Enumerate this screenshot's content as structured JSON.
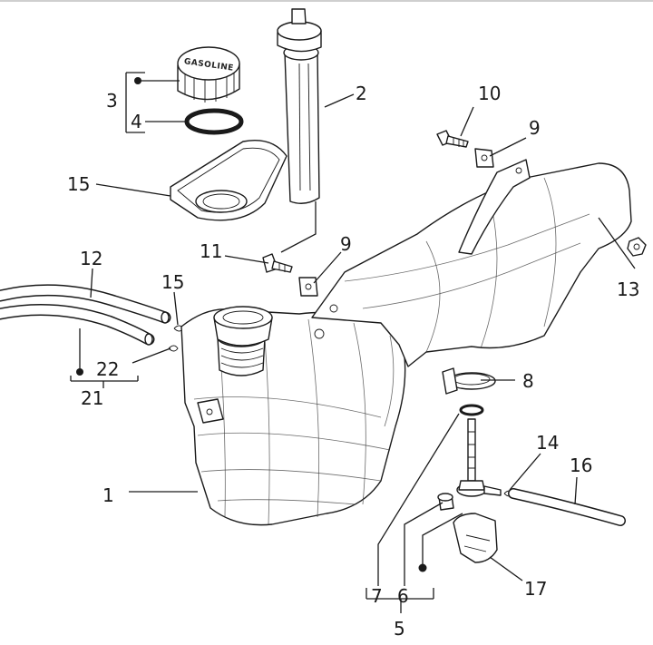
{
  "cap_text": "GASOLINE",
  "labels": {
    "l1": "1",
    "l2": "2",
    "l3": "3",
    "l4": "4",
    "l5": "5",
    "l6": "6",
    "l7": "7",
    "l8": "8",
    "l9a": "9",
    "l9b": "9",
    "l10": "10",
    "l11": "11",
    "l12": "12",
    "l13": "13",
    "l14": "14",
    "l15a": "15",
    "l15b": "15",
    "l16": "16",
    "l17": "17",
    "l21": "21",
    "l22": "22"
  }
}
